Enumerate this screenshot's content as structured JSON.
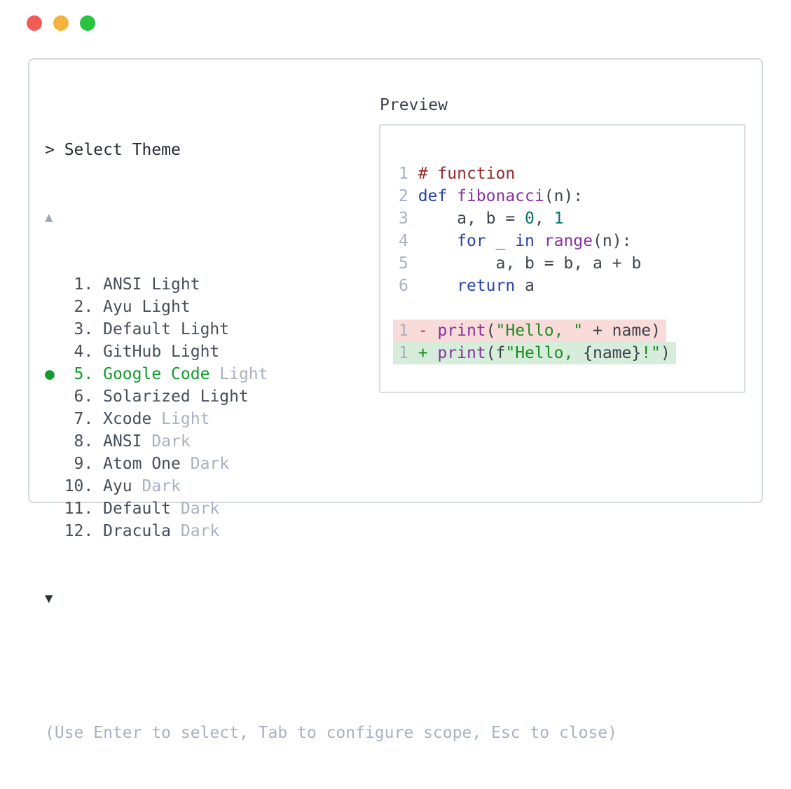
{
  "window": {
    "controls": [
      {
        "name": "close",
        "color": "#f15c55"
      },
      {
        "name": "minimize",
        "color": "#f3b33d"
      },
      {
        "name": "maximize",
        "color": "#28c440"
      }
    ]
  },
  "theme_picker": {
    "prompt": "> Select Theme",
    "scroll_up_icon": "▲",
    "scroll_down_icon": "▼",
    "selected_bullet": "●",
    "items": [
      {
        "num": "1",
        "name": "ANSI",
        "variant": "Light",
        "variant_muted": false,
        "selected": false
      },
      {
        "num": "2",
        "name": "Ayu",
        "variant": "Light",
        "variant_muted": false,
        "selected": false
      },
      {
        "num": "3",
        "name": "Default",
        "variant": "Light",
        "variant_muted": false,
        "selected": false
      },
      {
        "num": "4",
        "name": "GitHub",
        "variant": "Light",
        "variant_muted": false,
        "selected": false
      },
      {
        "num": "5",
        "name": "Google Code",
        "variant": "Light",
        "variant_muted": true,
        "selected": true
      },
      {
        "num": "6",
        "name": "Solarized",
        "variant": "Light",
        "variant_muted": false,
        "selected": false
      },
      {
        "num": "7",
        "name": "Xcode",
        "variant": "Light",
        "variant_muted": true,
        "selected": false
      },
      {
        "num": "8",
        "name": "ANSI",
        "variant": "Dark",
        "variant_muted": true,
        "selected": false
      },
      {
        "num": "9",
        "name": "Atom One",
        "variant": "Dark",
        "variant_muted": true,
        "selected": false
      },
      {
        "num": "10",
        "name": "Ayu",
        "variant": "Dark",
        "variant_muted": true,
        "selected": false
      },
      {
        "num": "11",
        "name": "Default",
        "variant": "Dark",
        "variant_muted": true,
        "selected": false
      },
      {
        "num": "12",
        "name": "Dracula",
        "variant": "Dark",
        "variant_muted": true,
        "selected": false
      }
    ],
    "hint": "(Use Enter to select, Tab to configure scope, Esc to close)"
  },
  "preview": {
    "label": "Preview",
    "code_lines": [
      {
        "num": "1",
        "tokens": [
          {
            "t": "# function",
            "c": "cm"
          }
        ]
      },
      {
        "num": "2",
        "tokens": [
          {
            "t": "def ",
            "c": "kw"
          },
          {
            "t": "fibonacci",
            "c": "fn"
          },
          {
            "t": "(n):",
            "c": "pl"
          }
        ]
      },
      {
        "num": "3",
        "tokens": [
          {
            "t": "    a, b = ",
            "c": "pl"
          },
          {
            "t": "0",
            "c": "nm"
          },
          {
            "t": ", ",
            "c": "pl"
          },
          {
            "t": "1",
            "c": "nm"
          }
        ]
      },
      {
        "num": "4",
        "tokens": [
          {
            "t": "    ",
            "c": "pl"
          },
          {
            "t": "for",
            "c": "kw"
          },
          {
            "t": " _ ",
            "c": "pl"
          },
          {
            "t": "in",
            "c": "kw"
          },
          {
            "t": " ",
            "c": "pl"
          },
          {
            "t": "range",
            "c": "fn"
          },
          {
            "t": "(n):",
            "c": "pl"
          }
        ]
      },
      {
        "num": "5",
        "tokens": [
          {
            "t": "        a, b = b, a + b",
            "c": "pl"
          }
        ]
      },
      {
        "num": "6",
        "tokens": [
          {
            "t": "    ",
            "c": "pl"
          },
          {
            "t": "return",
            "c": "kw"
          },
          {
            "t": " a",
            "c": "pl"
          }
        ]
      }
    ],
    "diff_lines": [
      {
        "num": "1",
        "kind": "removed",
        "tokens": [
          {
            "t": "- ",
            "c": "minus"
          },
          {
            "t": "print",
            "c": "fn"
          },
          {
            "t": "(",
            "c": "pl"
          },
          {
            "t": "\"Hello, \"",
            "c": "st"
          },
          {
            "t": " + name)",
            "c": "pl"
          }
        ]
      },
      {
        "num": "1",
        "kind": "added",
        "tokens": [
          {
            "t": "+ ",
            "c": "plus"
          },
          {
            "t": "print",
            "c": "fn"
          },
          {
            "t": "(f",
            "c": "pl"
          },
          {
            "t": "\"Hello, ",
            "c": "st"
          },
          {
            "t": "{name}",
            "c": "pl"
          },
          {
            "t": "!\"",
            "c": "st"
          },
          {
            "t": ")",
            "c": "pl"
          }
        ]
      }
    ]
  },
  "colors": {
    "accent_green": "#129b2c",
    "header_text": "#262b33",
    "list_text": "#474e58",
    "muted_text": "#a9b1c0",
    "scroll_up": "#9ba6b6",
    "scroll_down": "#2c3138",
    "panel_border": "#d4d8df",
    "preview_border": "#d8dce3",
    "code_plain": "#3d434c",
    "code_line_number": "#a9b1c0",
    "code_comment": "#932d2d",
    "code_keyword": "#2843ab",
    "code_function": "#87339f",
    "code_string": "#208b24",
    "code_number": "#0d6f68",
    "diff_minus": "#a63535",
    "diff_plus": "#208b24",
    "diff_removed_bg": "#f9dcda",
    "diff_added_bg": "#d5edda",
    "dot_red": "#f15c55",
    "dot_yellow": "#f3b33d",
    "dot_green": "#28c440"
  }
}
